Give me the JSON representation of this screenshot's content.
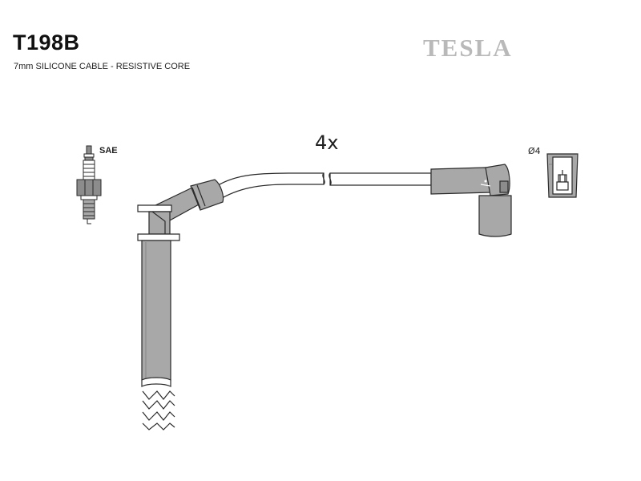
{
  "header": {
    "part_number": "T198B",
    "subtitle": "7mm SILICONE CABLE - RESISTIVE CORE",
    "brand": "TESLA"
  },
  "diagram": {
    "quantity": "4x",
    "spark_plug_label": "SAE",
    "terminal_label": "Ø4"
  },
  "colors": {
    "part_fill": "#a8a8a8",
    "part_dark": "#8c8c8c",
    "outline": "#2a2a2a",
    "cable_fill": "#ffffff",
    "brand": "#b9b9b9"
  }
}
